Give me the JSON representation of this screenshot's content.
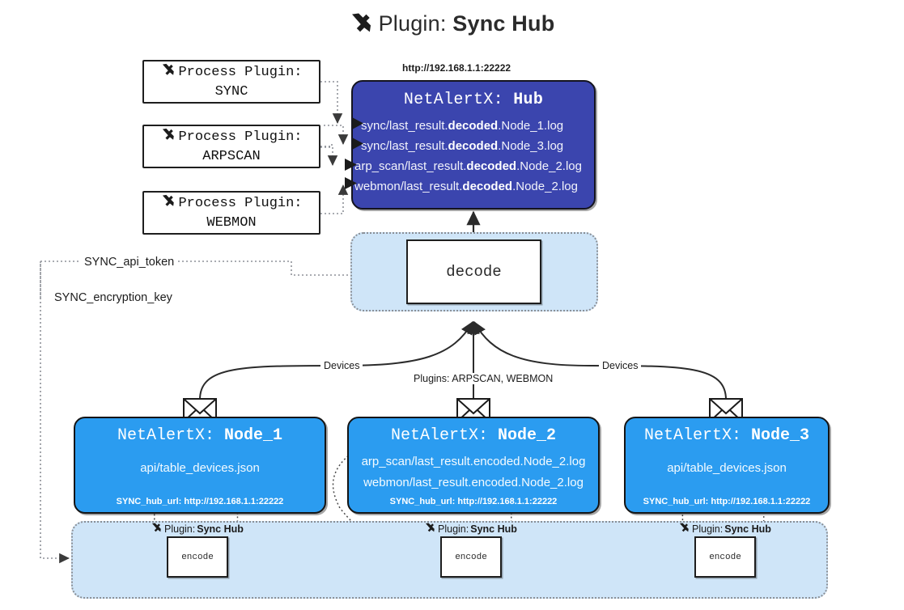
{
  "title": {
    "icon": "plug-icon",
    "prefix": "Plugin:",
    "name": "Sync Hub"
  },
  "process_plugins": [
    {
      "icon": "plug-icon",
      "label": "Process Plugin:",
      "name": "SYNC"
    },
    {
      "icon": "plug-icon",
      "label": "Process Plugin:",
      "name": "ARPSCAN"
    },
    {
      "icon": "plug-icon",
      "label": "Process Plugin:",
      "name": "WEBMON"
    }
  ],
  "hub": {
    "url_label": "http://192.168.1.1:22222",
    "app": "NetAlertX:",
    "name": "Hub",
    "logs": [
      {
        "pre": "sync/last_result.",
        "em": "decoded",
        "post": ".Node_1.log"
      },
      {
        "pre": "sync/last_result.",
        "em": "decoded",
        "post": ".Node_3.log"
      },
      {
        "pre": "arp_scan/last_result.",
        "em": "decoded",
        "post": ".Node_2.log"
      },
      {
        "pre": "webmon/last_result.",
        "em": "decoded",
        "post": ".Node_2.log"
      }
    ]
  },
  "decode": {
    "label": "decode"
  },
  "secrets": [
    {
      "label": "SYNC_api_token"
    },
    {
      "label": "SYNC_encryption_key"
    }
  ],
  "flow_labels": {
    "left_devices": "Devices",
    "center_plugins": "Plugins: ARPSCAN, WEBMON",
    "right_devices": "Devices"
  },
  "nodes": [
    {
      "app": "NetAlertX:",
      "name": "Node_1",
      "icon": "envelope-icon",
      "payloads": [
        "api/table_devices.json"
      ],
      "footer": "SYNC_hub_url: http://192.168.1.1:22222"
    },
    {
      "app": "NetAlertX:",
      "name": "Node_2",
      "icon": "envelope-icon",
      "payloads": [
        "arp_scan/last_result.encoded.Node_2.log",
        "webmon/last_result.encoded.Node_2.log"
      ],
      "footer": "SYNC_hub_url: http://192.168.1.1:22222"
    },
    {
      "app": "NetAlertX:",
      "name": "Node_3",
      "icon": "envelope-icon",
      "payloads": [
        "api/table_devices.json"
      ],
      "footer": "SYNC_hub_url: http://192.168.1.1:22222"
    }
  ],
  "encoders": [
    {
      "icon": "plug-icon",
      "caption_prefix": "Plugin:",
      "caption_name": "Sync Hub",
      "label": "encode"
    },
    {
      "icon": "plug-icon",
      "caption_prefix": "Plugin:",
      "caption_name": "Sync Hub",
      "label": "encode"
    },
    {
      "icon": "plug-icon",
      "caption_prefix": "Plugin:",
      "caption_name": "Sync Hub",
      "label": "encode"
    }
  ],
  "colors": {
    "hub_fill": "#3b45ae",
    "node_fill": "#2b9cf0",
    "panel_fill": "#cfe5f8",
    "stroke": "#1e1e1e",
    "dotted": "#8a8f96"
  }
}
